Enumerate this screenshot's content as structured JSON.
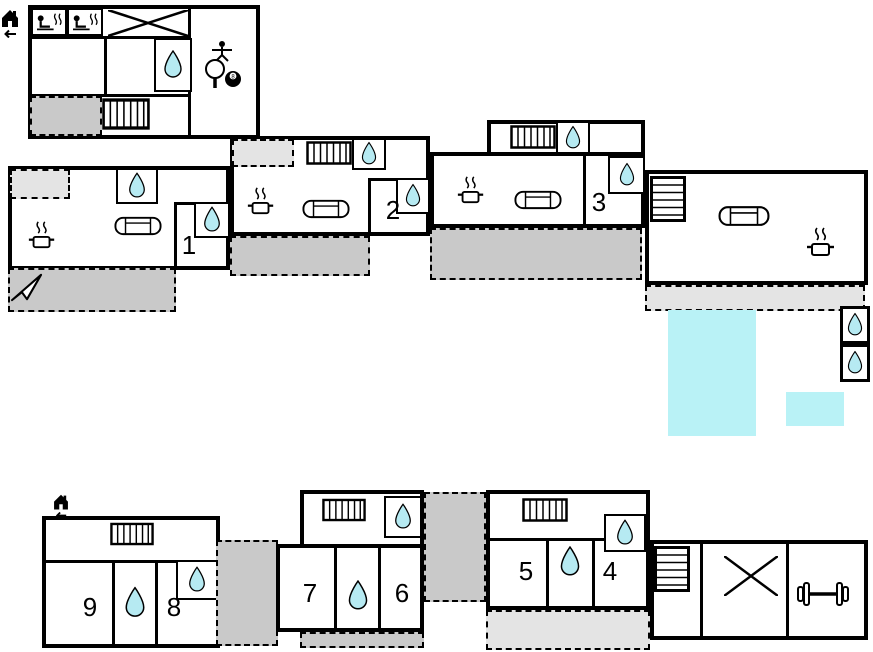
{
  "app": {
    "name": "holiday-home-floor-plan"
  },
  "colors": {
    "water": "#b6eaf2",
    "pool": "#b9f2f6",
    "terrace": "#c9c9c9",
    "patio": "#e4e4e4",
    "wall": "#000000"
  },
  "rooms": {
    "r1": "1",
    "r2": "2",
    "r3": "3",
    "r4": "4",
    "r5": "5",
    "r6": "6",
    "r7": "7",
    "r8": "8",
    "r9": "9"
  },
  "labels": {
    "billiard_ball": "8"
  },
  "icons": {
    "water-drop-icon": "bathroom / shower",
    "stove-icon": "kitchen stove",
    "sofa-icon": "sofa",
    "wardrobe-icon": "wardrobe",
    "stairs-icon": "stairs",
    "sauna-icon": "sauna seat",
    "x-table-icon": "table",
    "table-tennis-icon": "table tennis",
    "billiard-ball-icon": "billiards",
    "person-icon": "activity room",
    "dumbbell-icon": "fitness",
    "entrance-icon": "entrance",
    "north-arrow-icon": "orientation arrow",
    "pool": "swimming pool",
    "hot-tub": "hot tub"
  }
}
